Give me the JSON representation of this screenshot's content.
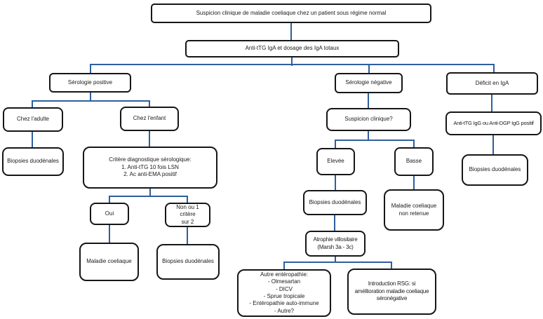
{
  "flowchart": {
    "nodes": {
      "suspicion_regime_normal": "Suspicion clinique de maladie coeliaque chez un patient sous régime normal",
      "anti_ttg_iga_dosage": "Anti-tTG IgA et dosage des IgA totaux",
      "serologie_positive": "Sérologie positive",
      "chez_adulte": "Chez l'adulte",
      "chez_enfant": "Chez l'enfant",
      "biopsies_adulte": "Biopsies duodénales",
      "critere_diagnostique": "Critère diagnostique sérologique:\n1. Anti-tTG 10 fois LSN\n2. Ac anti-EMA positif",
      "oui": "Oui",
      "non_1_critere": "Non ou 1 critère\nsur 2",
      "maladie_coeliaque": "Maladie coeliaque",
      "biopsies_enfant": "Biopsies duodénales",
      "serologie_negative": "Sérologie négative",
      "suspicion_clinique": "Suspicion clinique?",
      "elevee": "Elevée",
      "basse": "Basse",
      "biopsies_elevee": "Biopsies duodénales",
      "maladie_non_retenue": "Maladie coeliaque\nnon retenue",
      "atrophie_villositaire": "Atrophie villositaire\n(Marsh 3a - 3c)",
      "autre_enteropathie": "Autre entéropathie:\n- Olmesartan\n- DICV\n- Sprue tropicale\n- Entéropathie auto-immune\n- Autre?",
      "introduction_rsg": "Introduction RSG: si\naméllioration maladie coeliaque\nséronégative",
      "deficit_iga": "Déficit en IgA",
      "anti_ttg_igg": "Anti-tTG IgG ou Anti-DGP IgG positif",
      "biopsies_iga": "Biopsies duodénales"
    },
    "colors": {
      "connector": "#2e5f9e",
      "node_border": "#161616",
      "node_fill": "#ffffff",
      "background": "#ffffff",
      "text": "#1a1a1a"
    }
  }
}
